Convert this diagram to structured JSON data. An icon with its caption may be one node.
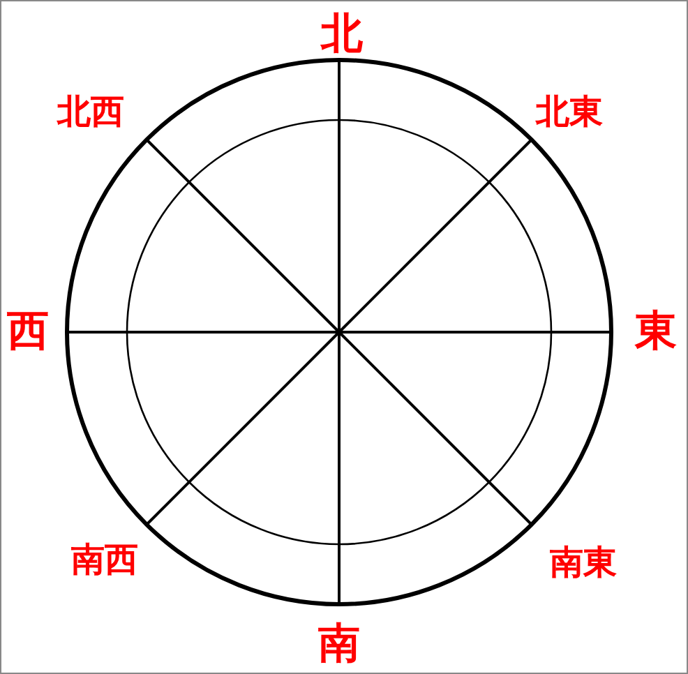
{
  "diagram": {
    "labels": [
      "北",
      "北西",
      "北東",
      "西",
      "東",
      "南西",
      "南東",
      "南"
    ]
  }
}
